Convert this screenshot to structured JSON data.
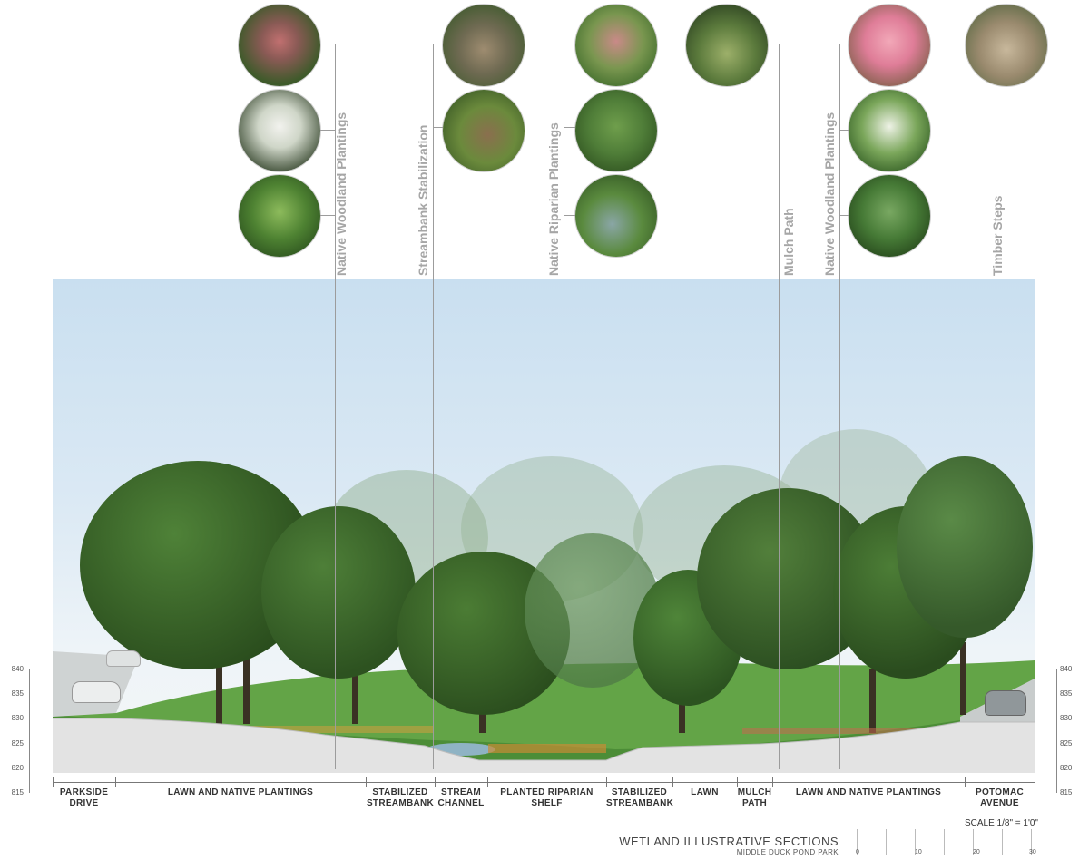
{
  "annotations": [
    {
      "label": "Native Woodland Plantings",
      "photos": [
        "pink-flowering-shrub-photo",
        "white-flowering-shrub-photo",
        "fern-photo"
      ]
    },
    {
      "label": "Streambank Stabilization",
      "photos": [
        "rocky-stream-photo",
        "stone-lined-streambank-photo"
      ]
    },
    {
      "label": "Native Riparian Plantings",
      "photos": [
        "flowering-grasses-photo",
        "wetland-meadow-photo",
        "pond-edge-plantings-photo"
      ]
    },
    {
      "label": "Mulch Path",
      "photos": [
        "woodland-path-photo"
      ]
    },
    {
      "label": "Native Woodland Plantings",
      "photos": [
        "pink-azalea-photo",
        "white-blossom-shrub-photo",
        "fern-photo"
      ]
    },
    {
      "label": "Timber Steps",
      "photos": [
        "timber-steps-photo"
      ]
    }
  ],
  "zones": [
    {
      "line1": "PARKSIDE",
      "line2": "DRIVE"
    },
    {
      "line1": "LAWN AND NATIVE PLANTINGS",
      "line2": ""
    },
    {
      "line1": "STABILIZED",
      "line2": "STREAMBANK"
    },
    {
      "line1": "STREAM",
      "line2": "CHANNEL"
    },
    {
      "line1": "PLANTED RIPARIAN",
      "line2": "SHELF"
    },
    {
      "line1": "STABILIZED",
      "line2": "STREAMBANK"
    },
    {
      "line1": "LAWN",
      "line2": ""
    },
    {
      "line1": "MULCH",
      "line2": "PATH"
    },
    {
      "line1": "LAWN AND NATIVE PLANTINGS",
      "line2": ""
    },
    {
      "line1": "POTOMAC",
      "line2": "AVENUE"
    }
  ],
  "elevations": [
    "840",
    "835",
    "830",
    "825",
    "820",
    "815"
  ],
  "scale_label": "SCALE 1/8\" = 1'0\"",
  "scale_ticks": [
    "0",
    "10",
    "20",
    "30"
  ],
  "title": "WETLAND ILLUSTRATIVE SECTIONS",
  "subtitle": "MIDDLE DUCK POND PARK",
  "colors": {
    "sky": "#d4e6f3",
    "lawn": "#5fa043",
    "tree_dark": "#2f5a22",
    "tree_mid": "#4a7d36",
    "ground": "#e3e3e3",
    "leader": "#9c9c9c",
    "label": "#a6a6a6"
  }
}
